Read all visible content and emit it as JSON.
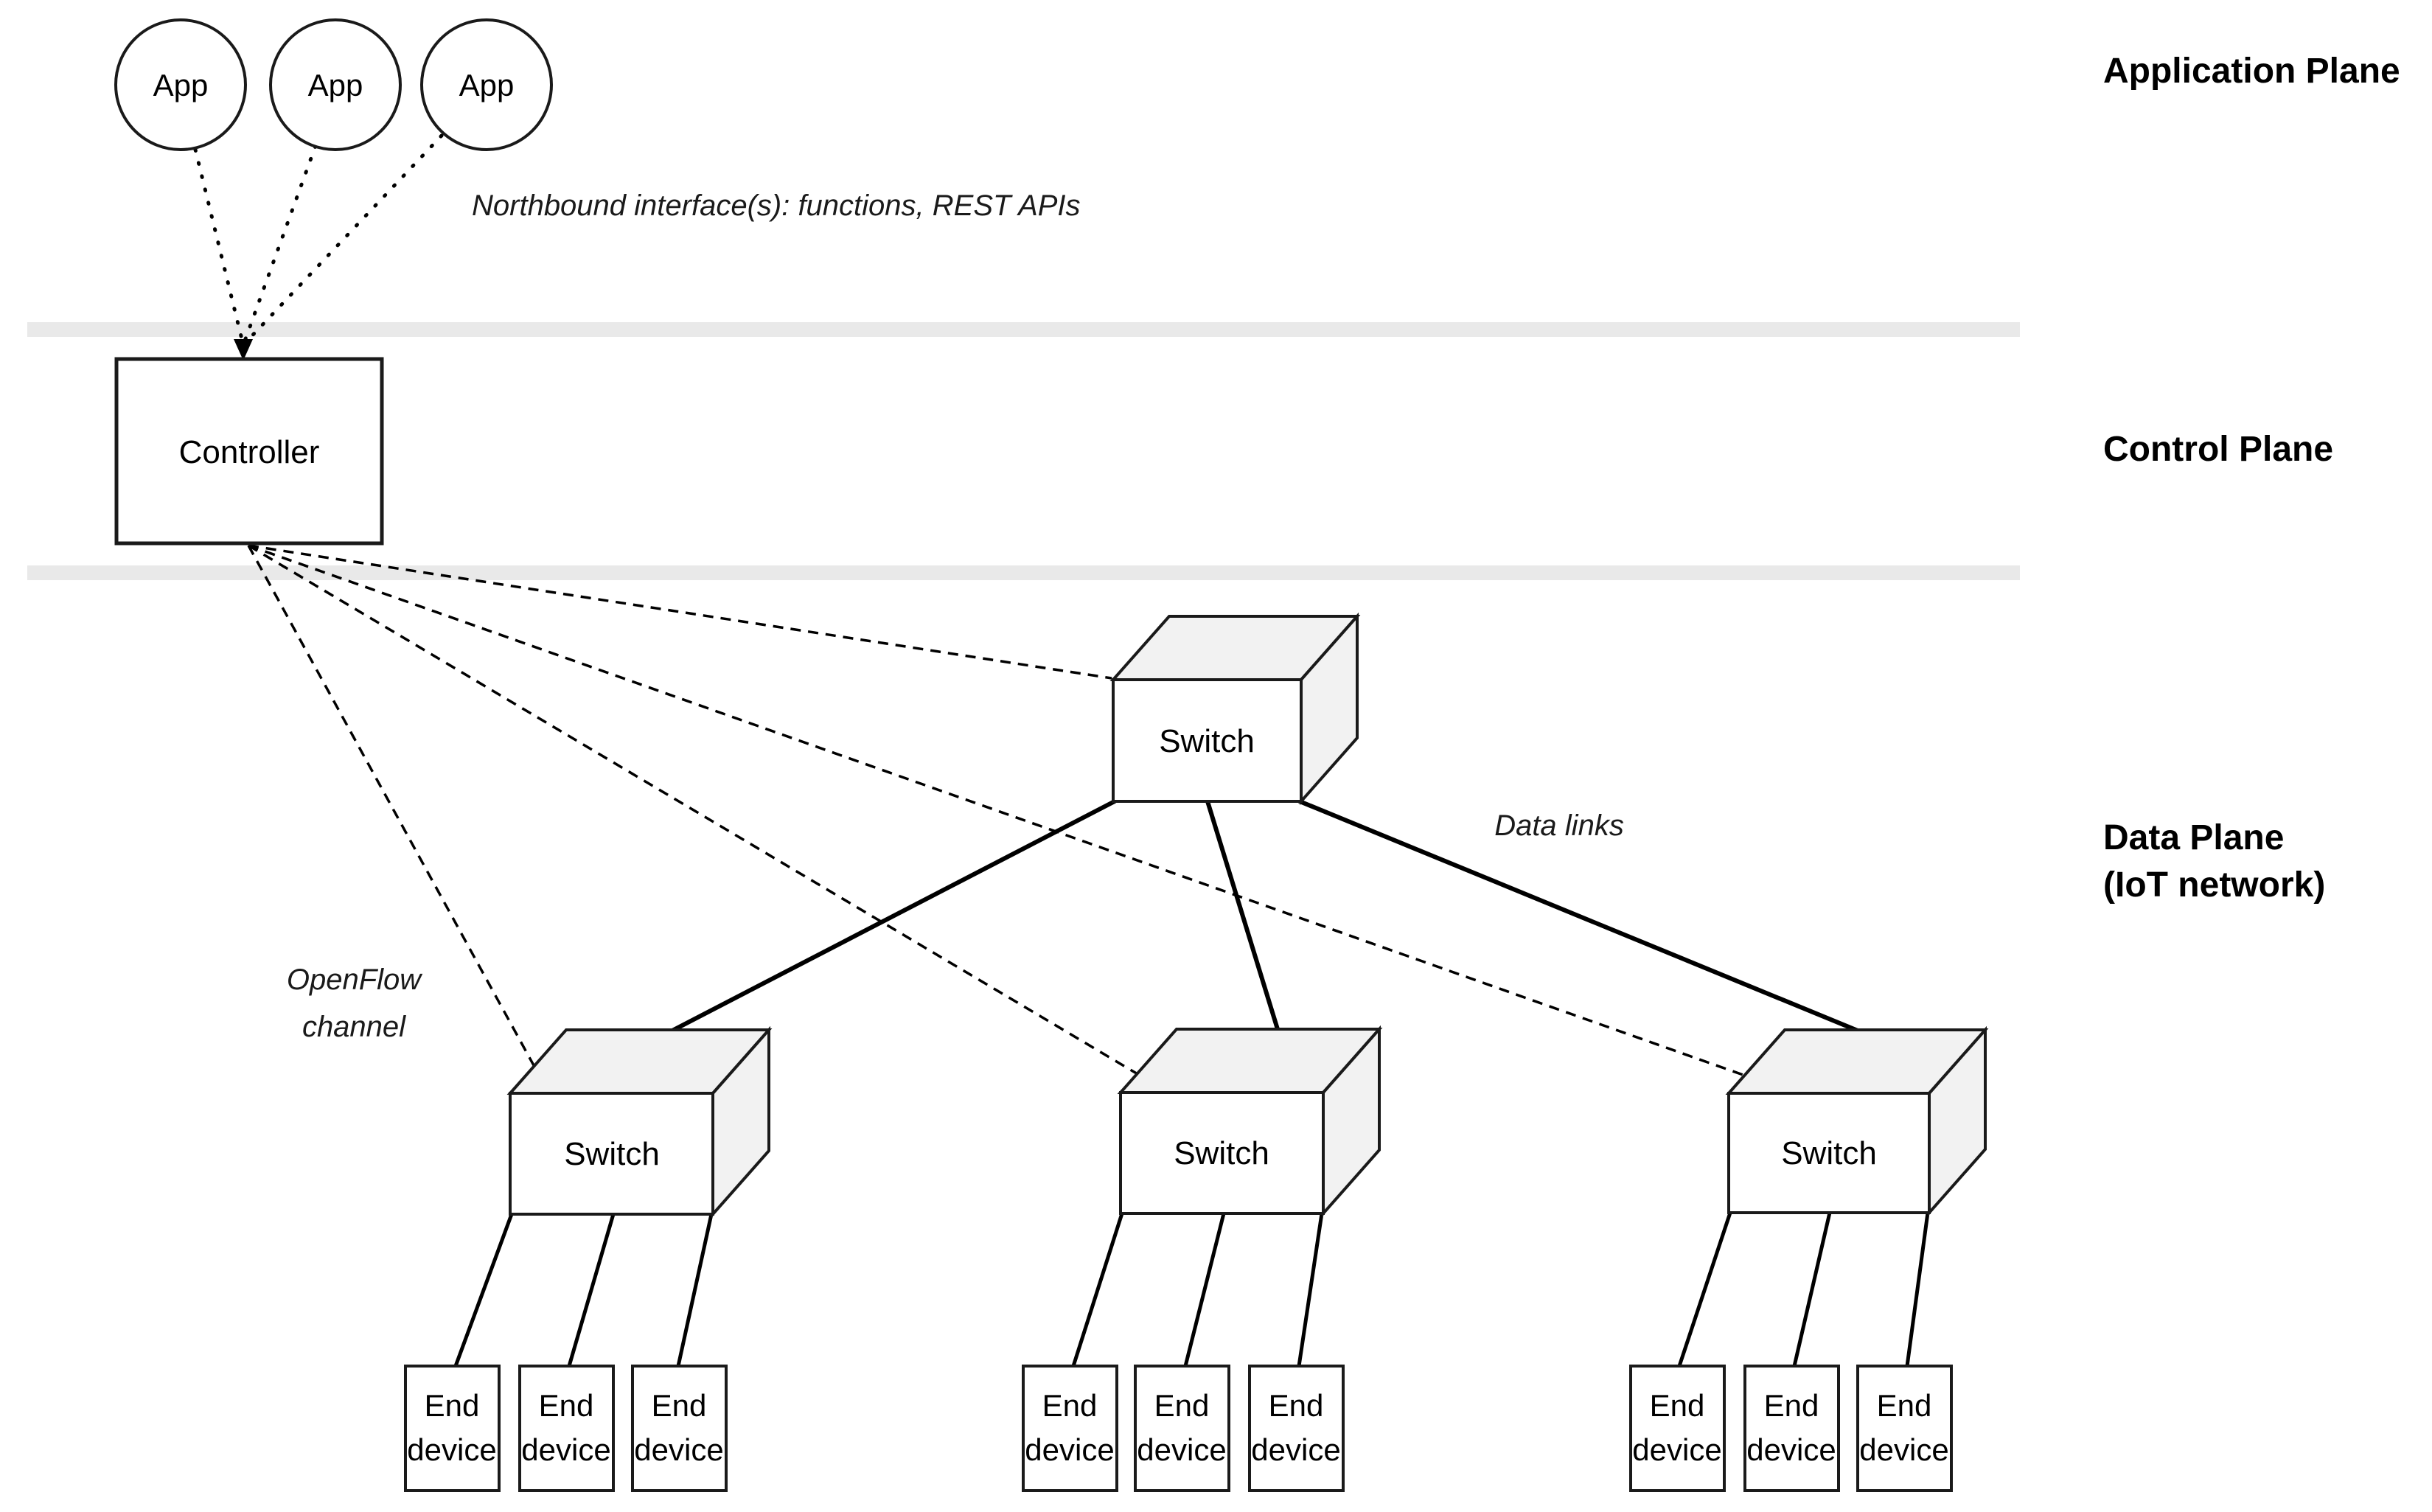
{
  "diagram": {
    "title_hint": "SDN-based IoT network architecture",
    "type": "network-architecture-diagram"
  },
  "colors": {
    "background": "#ffffff",
    "line": "#000000",
    "box_stroke": "#1a1a1a",
    "face_fill": "#ffffff",
    "face_shade": "#f2f2f2",
    "plane_divider": "#e9e9e9",
    "text": "#000000"
  },
  "planes": {
    "application": {
      "label": "Application Plane"
    },
    "control": {
      "label": "Control Plane"
    },
    "data": {
      "line1": "Data Plane",
      "line2": "(IoT network)"
    }
  },
  "apps": [
    {
      "label": "App"
    },
    {
      "label": "App"
    },
    {
      "label": "App"
    }
  ],
  "controller": {
    "label": "Controller"
  },
  "switches": {
    "top": {
      "label": "Switch"
    },
    "left": {
      "label": "Switch"
    },
    "middle": {
      "label": "Switch"
    },
    "right": {
      "label": "Switch"
    }
  },
  "end_device": {
    "line1": "End",
    "line2": "device"
  },
  "end_device_count": 9,
  "annotations": {
    "northbound": {
      "label": "Northbound interface(s): functions, REST APIs"
    },
    "openflow": {
      "line1": "OpenFlow",
      "line2": "channel"
    },
    "data_links": {
      "label": "Data links"
    }
  },
  "connections": {
    "app_to_controller": {
      "style": "dotted",
      "count": 3,
      "arrowhead": "into controller top"
    },
    "controller_to_switches": {
      "style": "dashed",
      "count": 4,
      "meaning": "OpenFlow channel"
    },
    "switch_to_switch": {
      "style": "solid",
      "count": 3,
      "meaning": "Data links"
    },
    "switch_to_end_devices": {
      "style": "solid",
      "count": 9
    }
  }
}
